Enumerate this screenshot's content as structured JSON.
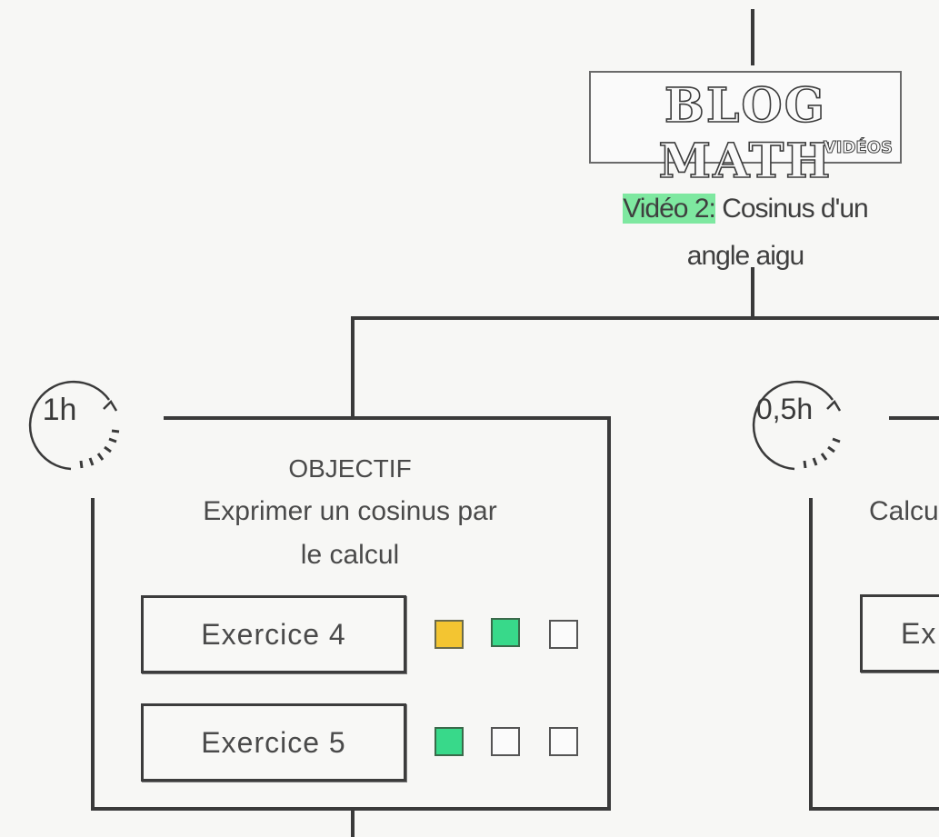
{
  "logo": {
    "title": "BLOG MATH",
    "subtitle": "VIDÉOS"
  },
  "video": {
    "number_label": "Vidéo 2",
    "separator": ":",
    "title_line1": "Cosinus d'un",
    "title_line2": "angle aigu"
  },
  "left_card": {
    "duration": "1h",
    "objective_label": "OBJECTIF",
    "objective_line1": "Exprimer un cosinus par",
    "objective_line2": "le calcul",
    "exercises": [
      {
        "label": "Exercice 4",
        "levels": [
          "yellow",
          "green",
          "empty"
        ]
      },
      {
        "label": "Exercice 5",
        "levels": [
          "green",
          "empty",
          "empty"
        ]
      }
    ]
  },
  "right_card": {
    "duration": "0,5h",
    "objective_partial": "Calcu",
    "exercise_partial": "Ex"
  },
  "colors": {
    "highlight": "#7ee8a0",
    "level_yellow": "#f3c531",
    "level_green": "#38d98a",
    "line": "#3a3a3a"
  }
}
